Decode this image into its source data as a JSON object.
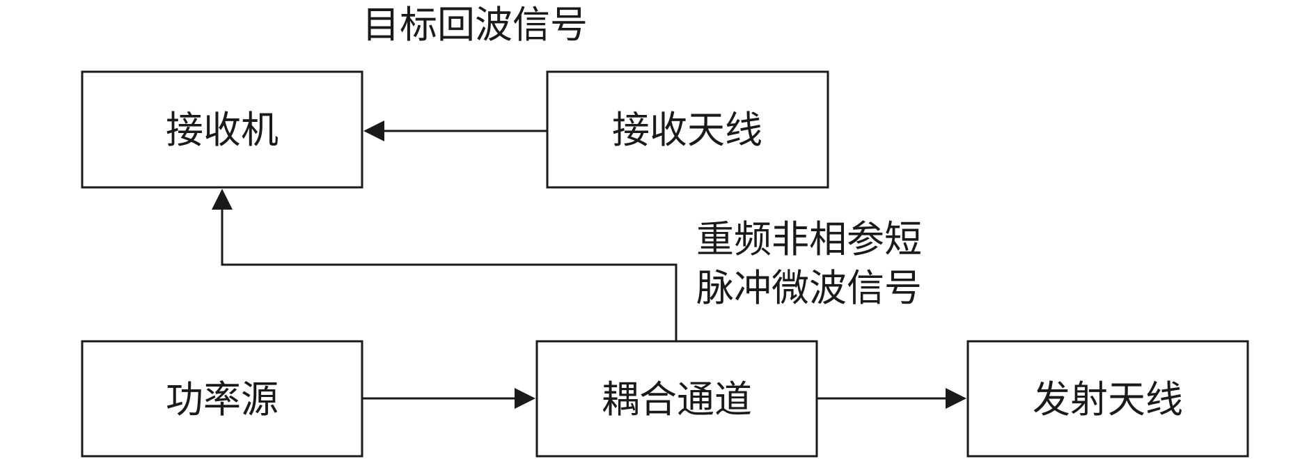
{
  "nodes": {
    "receiver": "接收机",
    "receive_antenna": "接收天线",
    "power_source": "功率源",
    "coupling_channel": "耦合通道",
    "transmit_antenna": "发射天线"
  },
  "annotations": {
    "target_echo": "目标回波信号",
    "reference_signal_line1": "重频非相参短",
    "reference_signal_line2": "脉冲微波信号"
  },
  "edges": [
    {
      "from": "receive_antenna",
      "to": "receiver"
    },
    {
      "from": "coupling_channel",
      "to": "receiver"
    },
    {
      "from": "power_source",
      "to": "coupling_channel"
    },
    {
      "from": "coupling_channel",
      "to": "transmit_antenna"
    }
  ]
}
